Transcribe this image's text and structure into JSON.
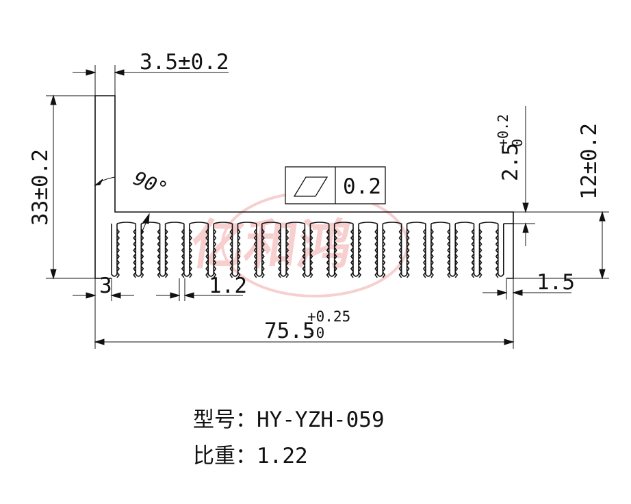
{
  "dimensions": {
    "top_wall_thickness": "3.5±0.2",
    "overall_height": "33±0.2",
    "angle": "90°",
    "flatness_value": "0.2",
    "base_thickness_nominal": "2.5",
    "base_thickness_upper_tol": "+0.2",
    "base_thickness_lower_tol": "0",
    "fin_height": "12±0.2",
    "end_offset": "3",
    "fin_thickness": "1.2",
    "end_fin_thickness": "1.5",
    "overall_width_nominal": "75.5",
    "overall_width_upper_tol": "+0.25",
    "overall_width_lower_tol": "-0"
  },
  "watermark": {
    "text": "亿和鸿",
    "color": "#f2a9a9"
  },
  "info": {
    "model_label": "型号：",
    "model_value": "HY-YZH-059",
    "gravity_label": "比重：",
    "gravity_value": "1.22"
  },
  "colors": {
    "line": "#111111",
    "watermark": "#f2a9a9"
  }
}
